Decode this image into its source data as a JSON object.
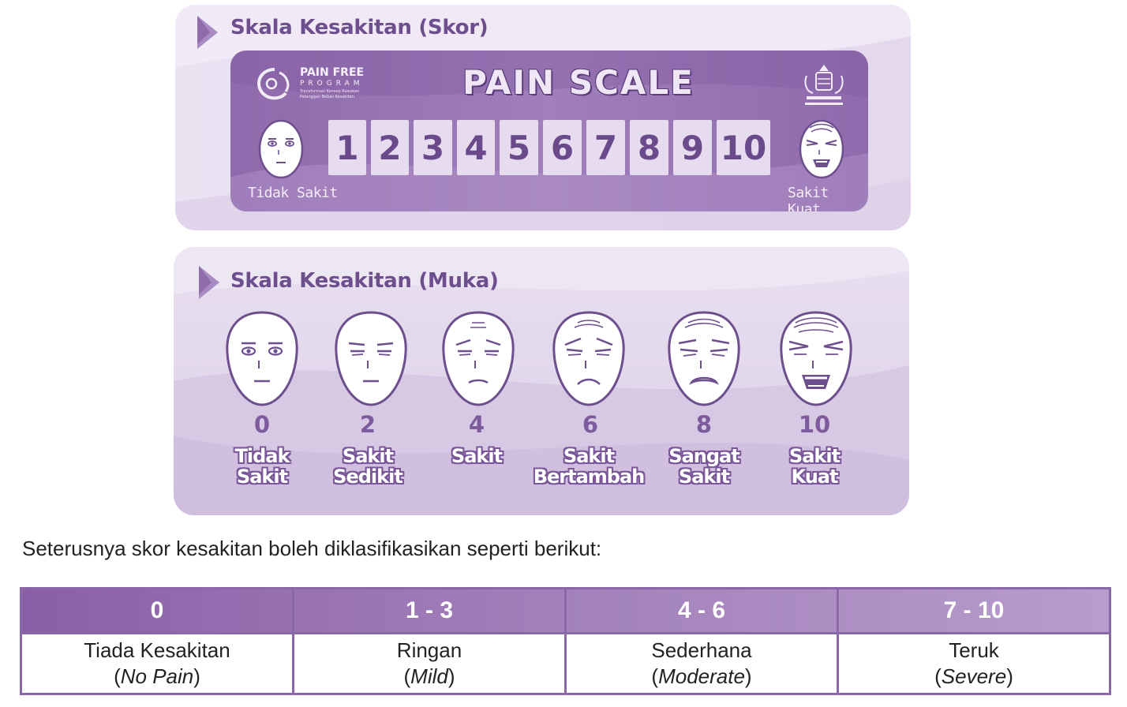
{
  "panel_skor": {
    "title": "Skala Kesakitan (Skor)",
    "logo": {
      "line1": "PAIN FREE",
      "line2": "PROGRAM",
      "line3": "Transformasi Konsep Rawatan",
      "line4": "Pelanggan Bebas Kesakitan"
    },
    "pain_title": "PAIN SCALE",
    "numbers": [
      "1",
      "2",
      "3",
      "4",
      "5",
      "6",
      "7",
      "8",
      "9",
      "10"
    ],
    "left_label": "Tidak Sakit",
    "right_label": "Sakit Kuat",
    "emblem_icon": "coat-of-arms-icon"
  },
  "panel_muka": {
    "title": "Skala Kesakitan (Muka)",
    "faces": [
      {
        "score": "0",
        "label1": "Tidak",
        "label2": "Sakit"
      },
      {
        "score": "2",
        "label1": "Sakit",
        "label2": "Sedikit"
      },
      {
        "score": "4",
        "label1": "Sakit",
        "label2": ""
      },
      {
        "score": "6",
        "label1": "Sakit",
        "label2": "Bertambah"
      },
      {
        "score": "8",
        "label1": "Sangat",
        "label2": "Sakit"
      },
      {
        "score": "10",
        "label1": "Sakit",
        "label2": "Kuat"
      }
    ]
  },
  "intro_text": "Seterusnya skor kesakitan boleh diklasifikasikan seperti berikut:",
  "classification": {
    "headers": [
      "0",
      "1 - 3",
      "4 - 6",
      "7 - 10"
    ],
    "labels": [
      "Tiada Kesakitan",
      "Ringan",
      "Sederhana",
      "Teruk"
    ],
    "english": [
      "No Pain",
      "Mild",
      "Moderate",
      "Severe"
    ]
  },
  "colors": {
    "accent": "#8a68a8",
    "panel_light": "#e7dcef",
    "scale_dark": "#9a77b5",
    "header_gradient_start": "#8a5ea6",
    "header_gradient_end": "#b89dcc"
  }
}
